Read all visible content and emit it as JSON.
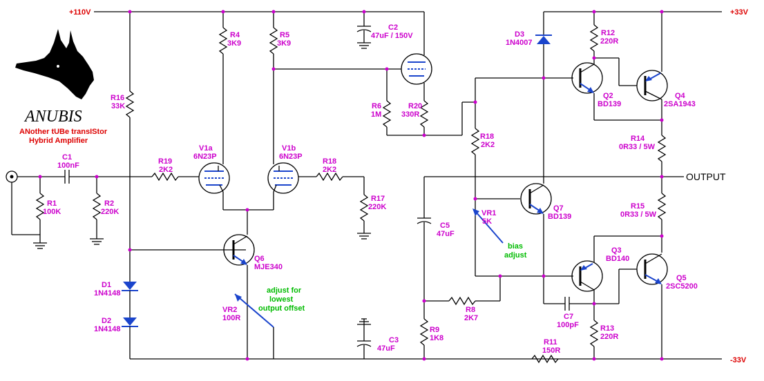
{
  "rails": {
    "plus_110": "+110V",
    "plus_33": "+33V",
    "minus_33": "-33V",
    "output": "OUTPUT"
  },
  "brand": {
    "name": "ANUBIS",
    "sub1": "ANother tUBe transIStor",
    "sub2": "Hybrid Amplifier"
  },
  "components": {
    "C1": {
      "ref": "C1",
      "val": "100nF"
    },
    "R1": {
      "ref": "R1",
      "val": "100K"
    },
    "R2": {
      "ref": "R2",
      "val": "220K"
    },
    "R16": {
      "ref": "R16",
      "val": "33K"
    },
    "R19": {
      "ref": "R19",
      "val": "2K2"
    },
    "V1a": {
      "ref": "V1a",
      "val": "6N23P"
    },
    "V1b": {
      "ref": "V1b",
      "val": "6N23P"
    },
    "R4": {
      "ref": "R4",
      "val": "3K9"
    },
    "R5": {
      "ref": "R5",
      "val": "3K9"
    },
    "R18a": {
      "ref": "R18",
      "val": "2K2"
    },
    "R17": {
      "ref": "R17",
      "val": "220K"
    },
    "C2": {
      "ref": "C2",
      "val": "47uF / 150V"
    },
    "R6": {
      "ref": "R6",
      "val": "1M"
    },
    "R20": {
      "ref": "R20",
      "val": "330R"
    },
    "Q6": {
      "ref": "Q6",
      "val": "MJE340"
    },
    "VR2": {
      "ref": "VR2",
      "val": "100R"
    },
    "D1": {
      "ref": "D1",
      "val": "1N4148"
    },
    "D2": {
      "ref": "D2",
      "val": "1N4148"
    },
    "C3": {
      "ref": "C3",
      "val": "47uF"
    },
    "C5": {
      "ref": "C5",
      "val": "47uF"
    },
    "R9": {
      "ref": "R9",
      "val": "1K8"
    },
    "R8": {
      "ref": "R8",
      "val": "2K7"
    },
    "VR1": {
      "ref": "VR1",
      "val": "5K"
    },
    "R18b": {
      "ref": "R18",
      "val": "2K2"
    },
    "Q7": {
      "ref": "Q7",
      "val": "BD139"
    },
    "D3": {
      "ref": "D3",
      "val": "1N4007"
    },
    "R12": {
      "ref": "R12",
      "val": "220R"
    },
    "Q2": {
      "ref": "Q2",
      "val": "BD139"
    },
    "Q4": {
      "ref": "Q4",
      "val": "2SA1943"
    },
    "R14": {
      "ref": "R14",
      "val": "0R33 / 5W"
    },
    "R15": {
      "ref": "R15",
      "val": "0R33 / 5W"
    },
    "Q3": {
      "ref": "Q3",
      "val": "BD140"
    },
    "Q5": {
      "ref": "Q5",
      "val": "2SC5200"
    },
    "C7": {
      "ref": "C7",
      "val": "100pF"
    },
    "R13": {
      "ref": "R13",
      "val": "220R"
    },
    "R11": {
      "ref": "R11",
      "val": "150R"
    }
  },
  "notes": {
    "offset": [
      "adjust for",
      "lowest",
      "output offset"
    ],
    "bias": [
      "bias",
      "adjust"
    ]
  }
}
